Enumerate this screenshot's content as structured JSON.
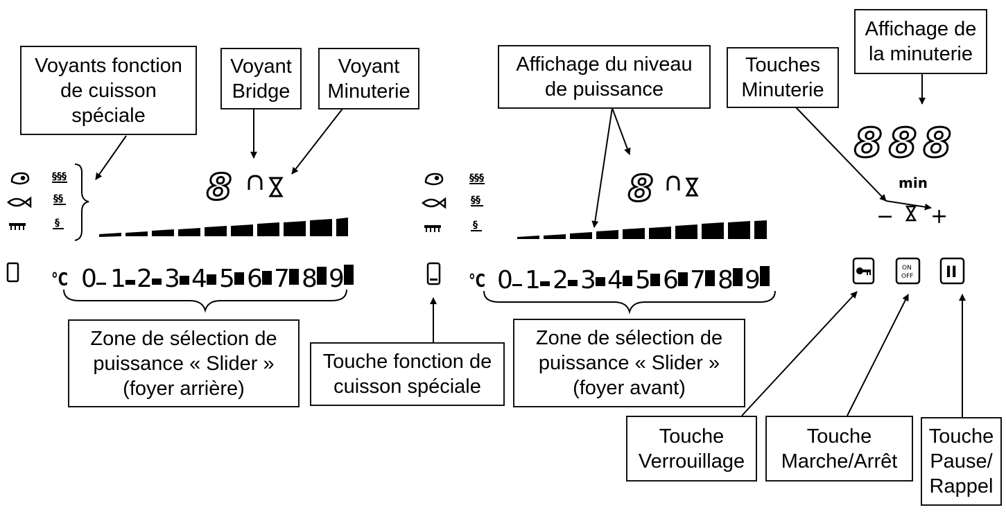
{
  "labels": {
    "voyants_fonction": [
      "Voyants fonction",
      "de cuisson",
      "spéciale"
    ],
    "voyant_bridge": [
      "Voyant",
      "Bridge"
    ],
    "voyant_minuterie": [
      "Voyant",
      "Minuterie"
    ],
    "affichage_niveau": [
      "Affichage du niveau",
      "de puissance"
    ],
    "touches_minuterie": [
      "Touches",
      "Minuterie"
    ],
    "affichage_minuterie": [
      "Affichage de",
      "la minuterie"
    ],
    "zone_arriere": [
      "Zone de sélection de",
      "puissance «  Slider »",
      "(foyer arrière)"
    ],
    "touche_fonction": [
      "Touche fonction de",
      "cuisson spéciale"
    ],
    "zone_avant": [
      "Zone de sélection de",
      "puissance «  Slider »",
      "(foyer avant)"
    ],
    "touche_verrouillage": [
      "Touche",
      "Verrouillage"
    ],
    "touche_marche": [
      "Touche",
      "Marche/Arrêt"
    ],
    "touche_pause": [
      "Touche",
      "Pause/",
      "Rappel"
    ]
  },
  "panel": {
    "segment_digit": "8",
    "timer_digits": "888",
    "timer_unit": "min",
    "scale_levels": [
      "0",
      "1",
      "2",
      "3",
      "4",
      "5",
      "6",
      "7",
      "8",
      "9"
    ],
    "degree_symbol": "°C",
    "minus": "−",
    "plus": "+",
    "onoff_top": "ON",
    "onoff_bottom": "OFF",
    "pause_symbol": "II",
    "heat_icons": [
      "heat-high-icon",
      "heat-medium-icon",
      "heat-low-icon"
    ],
    "food_icons": [
      "meat-icon",
      "fish-icon",
      "grill-icon"
    ]
  }
}
